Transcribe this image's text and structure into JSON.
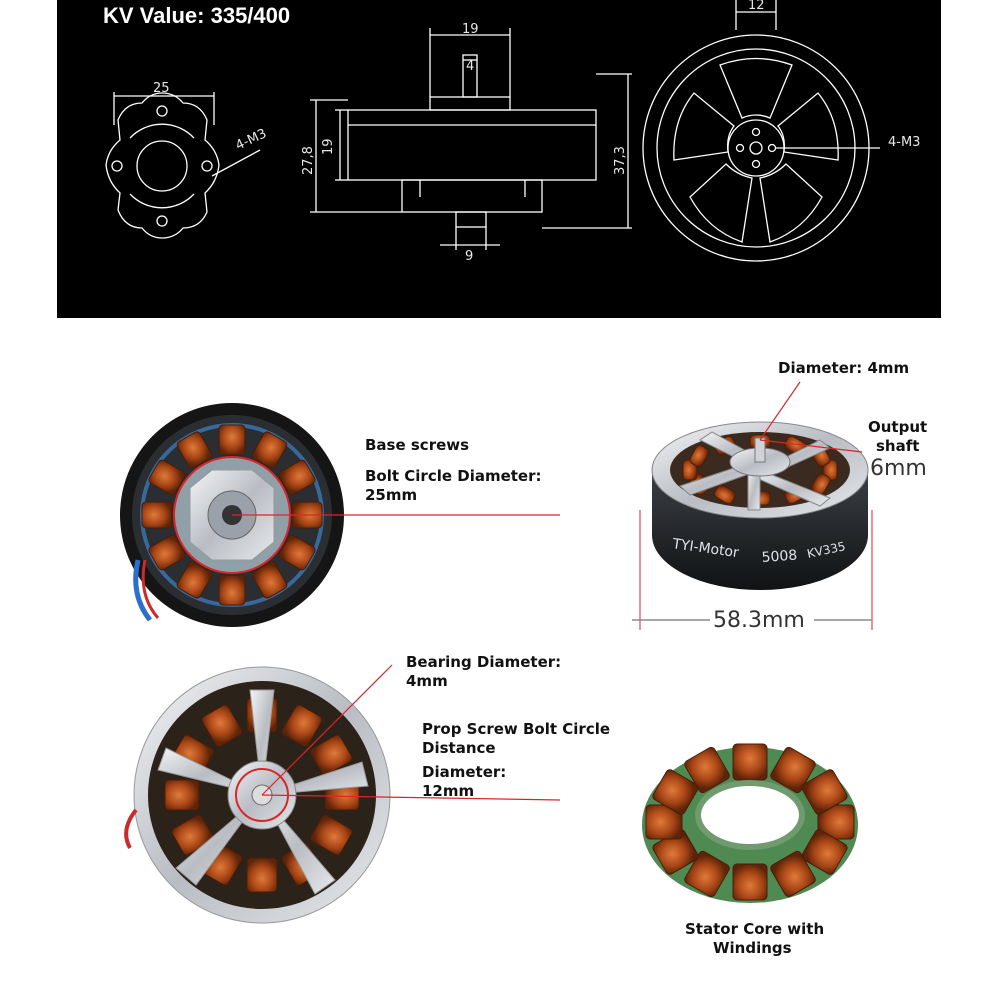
{
  "header": {
    "kv_title": "KV Value: 335/400"
  },
  "drawing": {
    "mount_width": "25",
    "mount_holes": "4-M3",
    "motor_top_width": "19",
    "shaft_width": "4",
    "rotor_height": "19",
    "body_height": "27,8",
    "total_height": "37,3",
    "base_shaft_width": "9",
    "rotor_bolt_circle": "12",
    "rotor_holes": "4-M3"
  },
  "callouts": {
    "base_screws": "Base screws",
    "bolt_circle_line1": "Bolt Circle Diameter:",
    "bolt_circle_line2": "25mm",
    "shaft_diameter": "Diameter: 4mm",
    "output_shaft_line1": "Output",
    "output_shaft_line2": "shaft",
    "output_shaft_len": "6mm",
    "motor_brand": "TYI-Motor",
    "motor_model": "5008",
    "motor_kv": "KV335",
    "motor_diameter": "58.3mm",
    "bearing_line1": "Bearing Diameter:",
    "bearing_line2": "4mm",
    "prop_line1": "Prop Screw Bolt Circle",
    "prop_line2": "Distance",
    "prop_line3": "Diameter:",
    "prop_line4": "12mm",
    "stator_line1": "Stator Core with",
    "stator_line2": "Windings"
  },
  "colors": {
    "drawing_bg": "#000000",
    "line_white": "#ffffff",
    "callout_red": "#d9262b",
    "copper": "#b5501f",
    "metal": "#d4d7db"
  }
}
